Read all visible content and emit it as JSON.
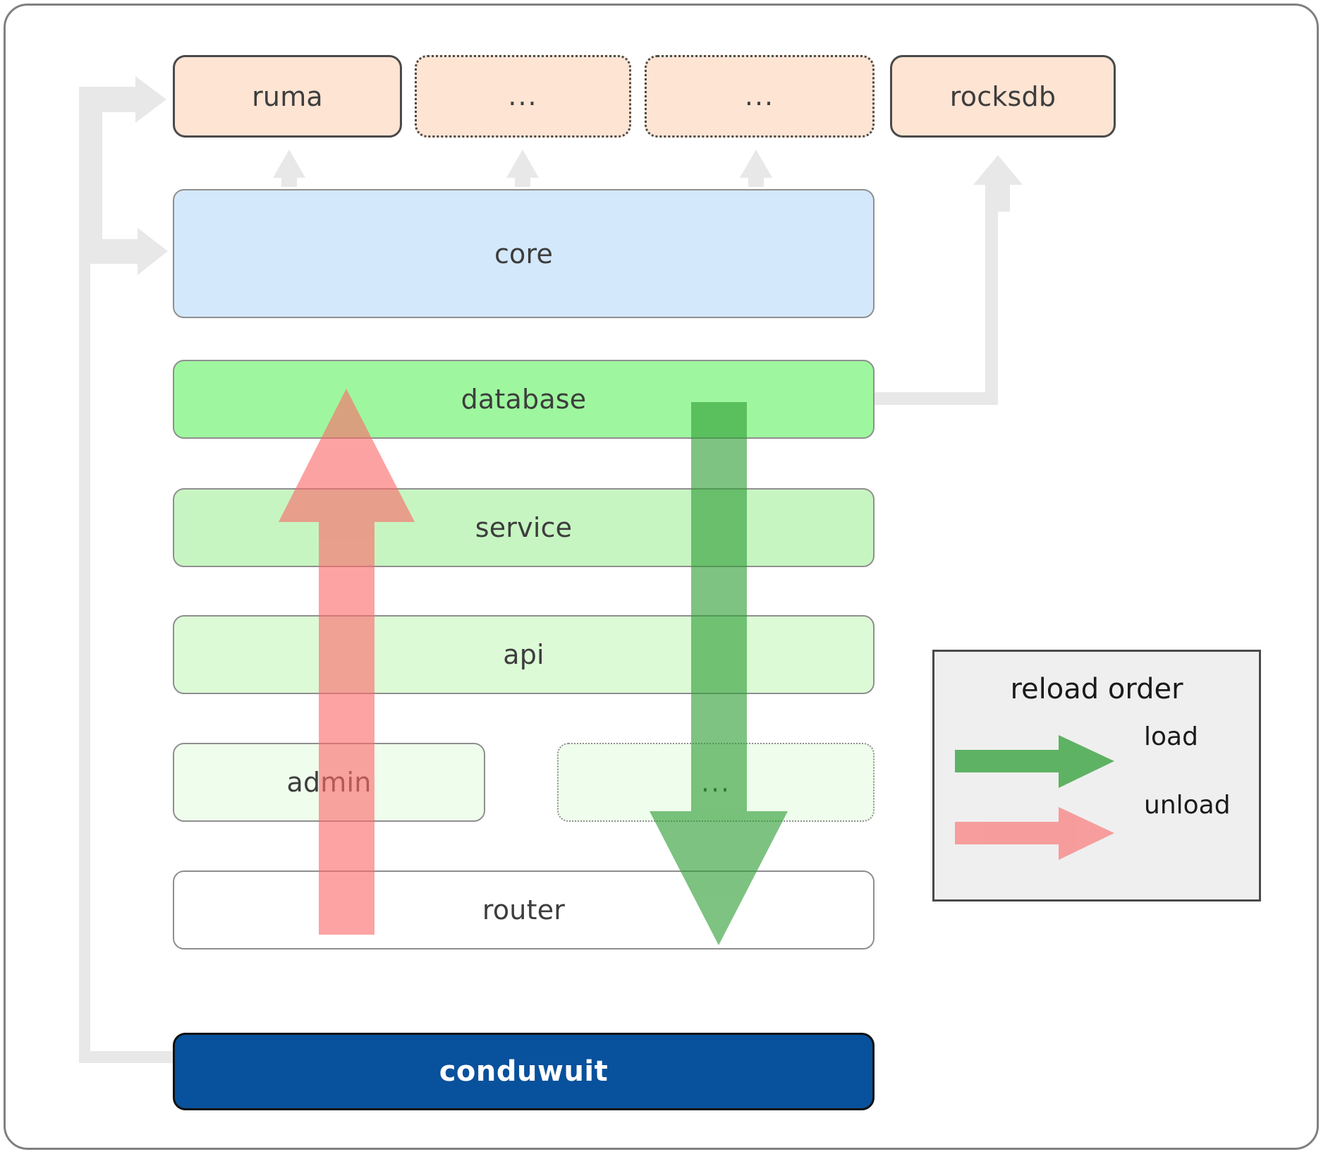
{
  "diagram": {
    "title": "conduwuit crate / reload order architecture",
    "colors": {
      "frame_border": "#808080",
      "dependency_box_fill": "#fde4d3",
      "dependency_box_border": "#4a4a4a",
      "core_fill": "#d4e8fb",
      "database_fill": "#9ef79e",
      "service_fill": "#c7f5c2",
      "api_fill": "#ddfad7",
      "admin_fill": "#effdec",
      "ellipsis_fill": "#effdec",
      "router_fill": "#ffffff",
      "conduwuit_fill": "#08519c",
      "conduwuit_text": "#ffffff",
      "connector_gray": "#e8e8e8",
      "load_arrow": "#4ba94b",
      "unload_arrow": "#f98080",
      "legend_fill": "#efefef",
      "legend_border": "#4a4a4a",
      "label_text": "#3d3d3d"
    },
    "dependencies": [
      {
        "id": "ruma",
        "label": "ruma",
        "border": "solid"
      },
      {
        "id": "dep2",
        "label": "...",
        "border": "dotted"
      },
      {
        "id": "dep3",
        "label": "...",
        "border": "dotted"
      },
      {
        "id": "rocksdb",
        "label": "rocksdb",
        "border": "solid"
      }
    ],
    "core": {
      "label": "core"
    },
    "layers": [
      {
        "id": "database",
        "label": "database",
        "border": "solid"
      },
      {
        "id": "service",
        "label": "service",
        "border": "solid"
      },
      {
        "id": "api",
        "label": "api",
        "border": "solid"
      },
      {
        "id": "admin",
        "label": "admin",
        "border": "solid"
      },
      {
        "id": "extra",
        "label": "...",
        "border": "dotted"
      },
      {
        "id": "router",
        "label": "router",
        "border": "solid"
      }
    ],
    "binary": {
      "label": "conduwuit"
    },
    "legend": {
      "title": "reload order",
      "items": [
        {
          "id": "load",
          "label": "load",
          "color": "#4ba94b"
        },
        {
          "id": "unload",
          "label": "unload",
          "color": "#f98080"
        }
      ]
    },
    "flow": {
      "load_direction": "down",
      "unload_direction": "up",
      "load_from": "database",
      "load_to": "router",
      "unload_from": "router",
      "unload_to": "database"
    }
  }
}
